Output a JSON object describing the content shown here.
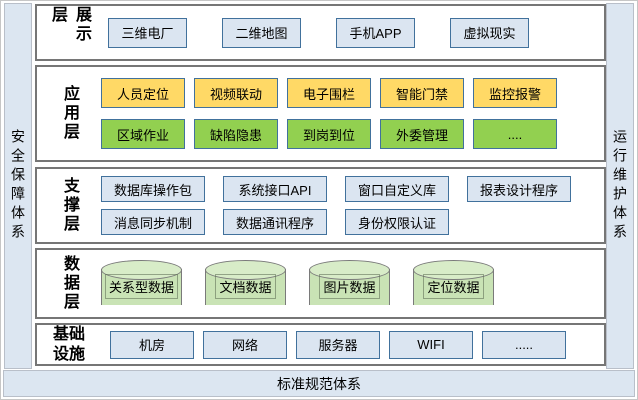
{
  "pillars": {
    "left": "安全保障体系",
    "right": "运行维护体系",
    "bottom": "标准规范体系"
  },
  "layers": {
    "display": {
      "label": "展示层",
      "items": [
        "三维电厂",
        "二维地图",
        "手机APP",
        "虚拟现实"
      ]
    },
    "application": {
      "label": "应用层",
      "row1": [
        "人员定位",
        "视频联动",
        "电子围栏",
        "智能门禁",
        "监控报警"
      ],
      "row2": [
        "区域作业",
        "缺陷隐患",
        "到岗到位",
        "外委管理",
        "...."
      ]
    },
    "support": {
      "label": "支撑层",
      "row1": [
        "数据库操作包",
        "系统接口API",
        "窗口自定义库",
        "报表设计程序"
      ],
      "row2": [
        "消息同步机制",
        "数据通讯程序",
        "身份权限认证"
      ]
    },
    "data": {
      "label": "数据层",
      "items": [
        "关系型数据",
        "文档数据",
        "图片数据",
        "定位数据"
      ]
    },
    "infrastructure": {
      "label": "基础设施",
      "items": [
        "机房",
        "网络",
        "服务器",
        "WIFI",
        "....."
      ]
    }
  },
  "colors": {
    "pillar_fill": "#dce6f1",
    "panel_border": "#767676",
    "box_blue_fill": "#dbe5f1",
    "box_yellow_fill": "#ffd966",
    "box_green_fill": "#92d050",
    "box_border_blue": "#41719c",
    "cylinder_fill": "#c9e3b5",
    "cylinder_border": "#7a7a7a"
  }
}
